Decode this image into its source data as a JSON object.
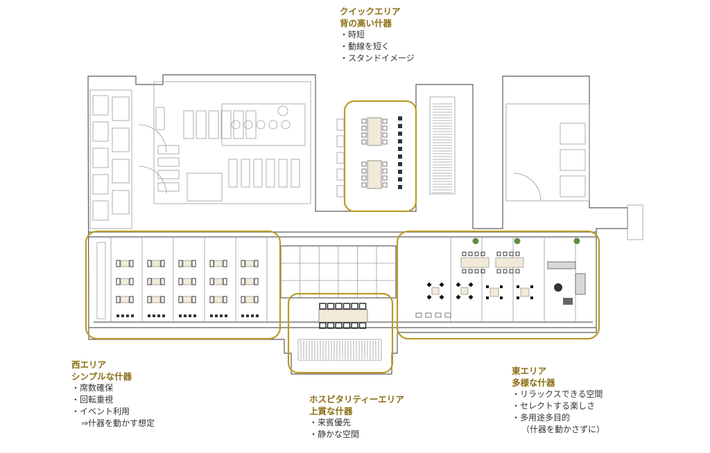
{
  "colors": {
    "zone": "#b89b2a",
    "title": "#8a6d12",
    "wall": "#555555",
    "line": "#9a9a9a"
  },
  "quick": {
    "title1": "クイックエリア",
    "title2": "背の高い什器",
    "bullets": [
      "時短",
      "動線を短く",
      "スタンドイメージ"
    ]
  },
  "west": {
    "title1": "西エリア",
    "title2": "シンプルな什器",
    "bullets": [
      "席数確保",
      "回転重視",
      "イベント利用"
    ],
    "sub": "⇒什器を動かす想定"
  },
  "hosp": {
    "title1": "ホスピタリティーエリア",
    "title2": "上質な什器",
    "bullets": [
      "来賓優先",
      "静かな空間"
    ]
  },
  "east": {
    "title1": "東エリア",
    "title2": "多様な什器",
    "bullets": [
      "リラックスできる空間",
      "セレクトする楽しさ",
      "多用途多目的"
    ],
    "sub": "（什器を動かさずに）"
  }
}
